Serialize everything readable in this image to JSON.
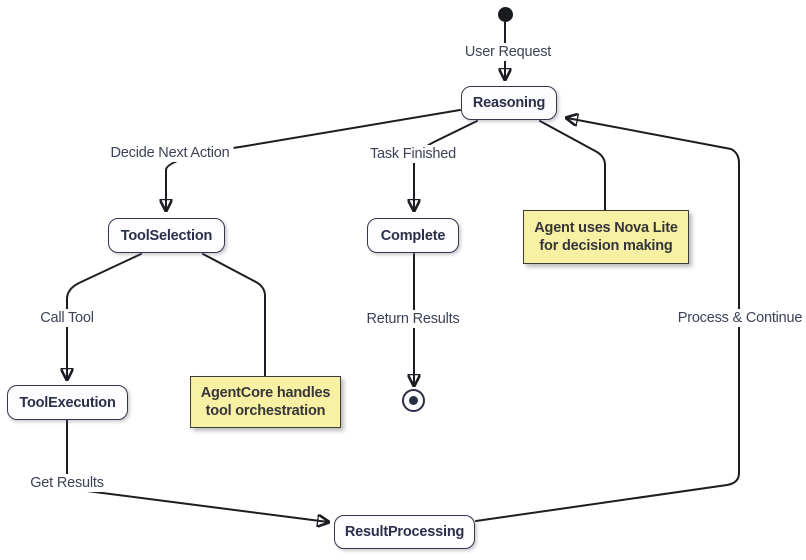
{
  "diagram": {
    "type": "state-diagram",
    "states": {
      "reasoning": "Reasoning",
      "tool_selection": "ToolSelection",
      "complete": "Complete",
      "tool_execution": "ToolExecution",
      "result_processing": "ResultProcessing"
    },
    "edge_labels": {
      "user_request": "User Request",
      "decide_next_action": "Decide Next Action",
      "task_finished": "Task Finished",
      "call_tool": "Call Tool",
      "return_results": "Return Results",
      "get_results": "Get Results",
      "process_continue": "Process & Continue"
    },
    "notes": {
      "nova": {
        "line1": "Agent uses Nova Lite",
        "line2": "for decision making"
      },
      "agentcore": {
        "line1": "AgentCore handles",
        "line2": "tool orchestration"
      }
    }
  },
  "colors": {
    "background": "#ffffff",
    "edge_stroke": "#1c1c22",
    "node_fill": "#fdfdff",
    "node_border": "#33354d",
    "node_text": "#2b2f4a",
    "edge_label_text": "#3d4257",
    "note_fill": "#f8f0a3",
    "note_border": "#3b3b3b",
    "note_text": "#35363a",
    "start_state_fill": "#1a1b1e",
    "end_state_color": "#2b2e44"
  }
}
